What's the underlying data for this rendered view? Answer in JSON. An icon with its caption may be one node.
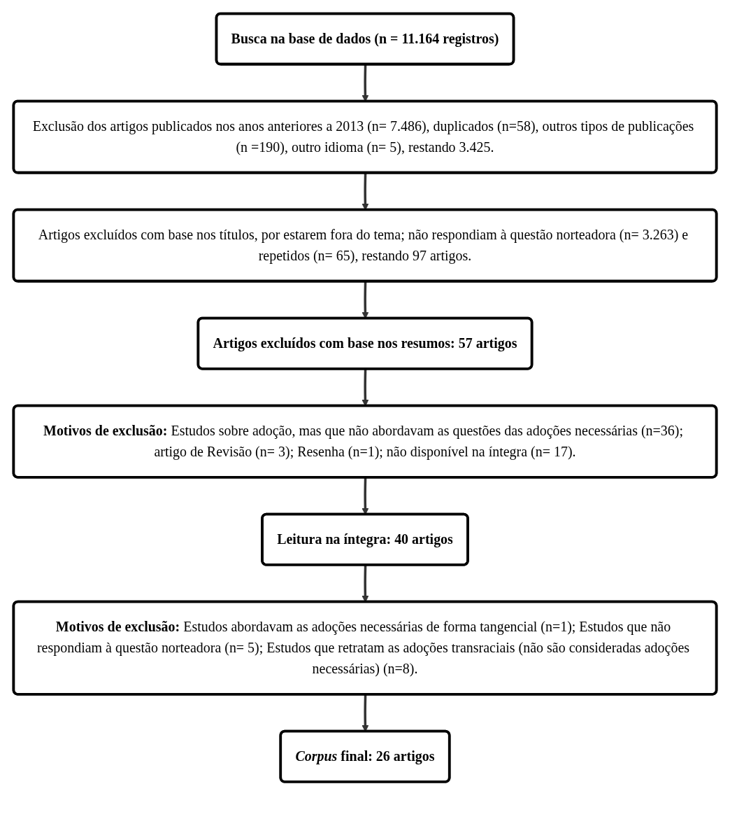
{
  "diagram": {
    "nodes": [
      {
        "text": [
          "Busca na base de dados (n = 11.164 registros)"
        ]
      },
      {
        "text": [
          "Exclusão dos artigos publicados nos anos anteriores a 2013 (n= 7.486), duplicados (n=58), outros tipos de publicações (n =190), outro idioma (n= 5), restando 3.425."
        ]
      },
      {
        "text": [
          "Artigos excluídos com base nos títulos, por estarem fora do tema; não respondiam à questão norteadora (n= 3.263) e repetidos (n= 65), restando 97 artigos."
        ]
      },
      {
        "text": [
          "Artigos excluídos com base nos resumos:  57 artigos"
        ]
      },
      {
        "text": [
          "**Motivos de exclusão:** Estudos sobre adoção, mas que não abordavam as questões das adoções necessárias (n=36); artigo de Revisão (n= 3); Resenha (n=1); não disponível na íntegra (n= 17)."
        ]
      },
      {
        "text": [
          "Leitura na íntegra:  40 artigos"
        ]
      },
      {
        "text": [
          "**Motivos de exclusão:** Estudos abordavam as adoções necessárias de forma tangencial (n=1); Estudos que não respondiam à questão norteadora (n= 5); Estudos que retratam as adoções transraciais (não são consideradas adoções necessárias) (n=8)."
        ]
      },
      {
        "text": [
          "*Corpus* final:  26 artigos"
        ]
      }
    ],
    "edges": [
      {
        "from": 0,
        "to": 1,
        "arrow": "to"
      },
      {
        "from": 1,
        "to": 2,
        "arrow": "to"
      },
      {
        "from": 2,
        "to": 3,
        "arrow": "to"
      },
      {
        "from": 3,
        "to": 4,
        "arrow": "to"
      },
      {
        "from": 4,
        "to": 5,
        "arrow": "to"
      },
      {
        "from": 5,
        "to": 6,
        "arrow": "to"
      },
      {
        "from": 6,
        "to": 7,
        "arrow": "to"
      }
    ]
  }
}
